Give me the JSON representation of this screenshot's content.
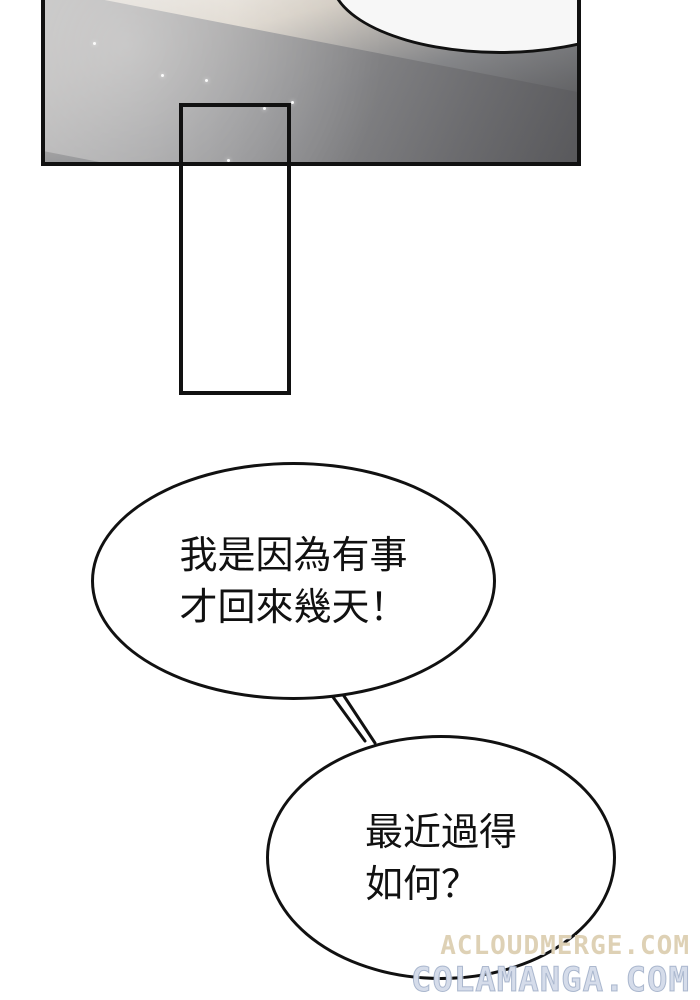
{
  "panels": {
    "top": {
      "description": "",
      "has_partial_bubble": true
    }
  },
  "bubbles": {
    "first": {
      "line1": "我是因為有事",
      "line2": "才回來幾天！"
    },
    "second": {
      "line1": "最近過得",
      "line2": "如何？"
    }
  },
  "watermarks": {
    "primary": "ACLOUDMERGE.COM",
    "secondary": "COLAMANGA.COM"
  },
  "colors": {
    "ink": "#111111",
    "paper": "#ffffff",
    "watermark_primary": "#DBCDAF",
    "watermark_secondary": "#CED6E6"
  }
}
